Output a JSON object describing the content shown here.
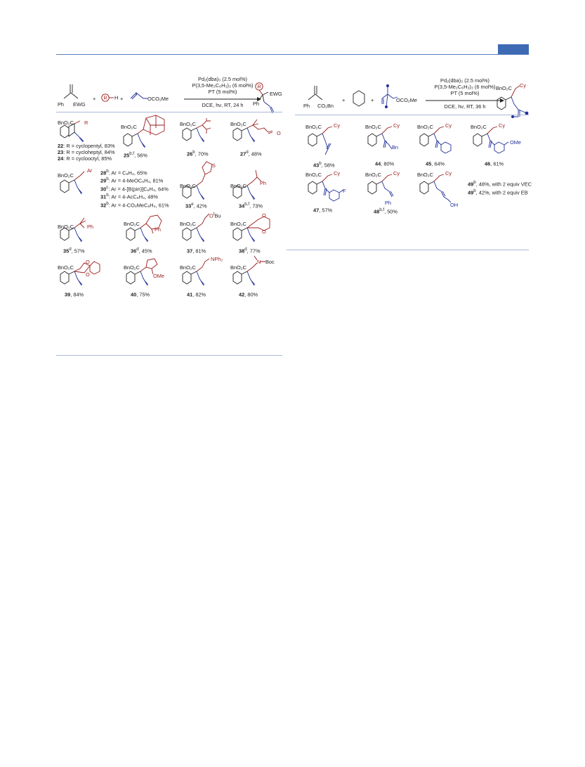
{
  "left_scheme": {
    "reactants": {
      "ph": "Ph",
      "ewg": "EWG",
      "rh_r": "R",
      "rh_h": "H",
      "plus": "+",
      "allyl": "OCO₂Me"
    },
    "conditions": {
      "line1": "Pd₂(dba)₃ (2.5 mol%)",
      "line2": "P(3,5-Me₂C₆H₃)₃ (6 mol%)",
      "line3": "PT (5 mol%)",
      "line4": "DCE, hν, RT, 24 h"
    },
    "product": {
      "r": "R",
      "ewg": "EWG",
      "ph": "Ph"
    },
    "group1": {
      "header": "BnO₂C",
      "r": "R",
      "items": [
        {
          "num": "22",
          "text": ": R = cyclopentyl, 83%"
        },
        {
          "num": "23",
          "text": ": R = cycloheptyl, 84%"
        },
        {
          "num": "24",
          "text": ": R = cyclooctyl, 85%"
        }
      ]
    },
    "group2": {
      "header": "BnO₂C",
      "ar": "Ar",
      "items": [
        {
          "num": "28",
          "sup": "b",
          "text": ": Ar = C₆H₄, 65%"
        },
        {
          "num": "29",
          "sup": "b",
          "text": ": Ar = 4-MeOC₆H₄, 81%"
        },
        {
          "num": "30",
          "sup": "c",
          "text": ": Ar = 4-[B(pin)]C₆H₄, 64%"
        },
        {
          "num": "31",
          "sup": "b",
          "text": ": Ar = 4-AcC₆H₄, 48%"
        },
        {
          "num": "32",
          "sup": "b",
          "text": ": Ar = 4-CO₂MeC₆H₄, 61%"
        }
      ]
    },
    "compounds": [
      {
        "num": "25",
        "sup": "b,f",
        "yield": ", 56%"
      },
      {
        "num": "26",
        "sup": "b",
        "yield": ", 70%"
      },
      {
        "num": "27",
        "sup": "d",
        "yield": ", 48%"
      },
      {
        "num": "33",
        "sup": "e",
        "yield": ", 42%"
      },
      {
        "num": "34",
        "sup": "b,f",
        "yield": ", 73%"
      },
      {
        "num": "35",
        "sup": "d",
        "yield": ", 57%"
      },
      {
        "num": "36",
        "sup": "d",
        "yield": ", 45%"
      },
      {
        "num": "37",
        "sup": "",
        "yield": ", 81%"
      },
      {
        "num": "38",
        "sup": "d",
        "yield": ", 77%"
      },
      {
        "num": "39",
        "sup": "",
        "yield": ", 84%"
      },
      {
        "num": "40",
        "sup": "",
        "yield": ", 75%"
      },
      {
        "num": "41",
        "sup": "",
        "yield": ", 82%"
      },
      {
        "num": "42",
        "sup": "",
        "yield": ", 80%"
      }
    ],
    "frag": {
      "bno2c": "BnO₂C",
      "o": "O",
      "s": "S",
      "ph": "Ph",
      "obu": "O",
      "bu_sup": "t",
      "bu": "Bu",
      "ome": "OMe",
      "nph2": "NPh₂",
      "n": "N",
      "boc": "Boc"
    }
  },
  "right_scheme": {
    "reactants": {
      "ester": "CO₂Bn",
      "ph": "Ph",
      "plus": "+",
      "carbonate": "OCO₂Me"
    },
    "conditions": {
      "line1": "Pd₂(dba)₃ (2.5 mol%)",
      "line2": "P(3,5-Me₂C₆H₃)₃ (6 mol%)",
      "line3": "PT (5 mol%)",
      "line4": "DCE, hν, RT, 36 h"
    },
    "product": {
      "bno2c": "BnO₂C",
      "cy": "Cy"
    },
    "compounds": [
      {
        "num": "43",
        "sup": "b",
        "yield": ", 58%"
      },
      {
        "num": "44",
        "sup": "",
        "yield": ", 80%"
      },
      {
        "num": "45",
        "sup": "",
        "yield": ", 64%"
      },
      {
        "num": "46",
        "sup": "",
        "yield": ", 61%"
      },
      {
        "num": "47",
        "sup": "",
        "yield": ", 57%"
      },
      {
        "num": "48",
        "sup": "b,f",
        "yield": ", 50%"
      }
    ],
    "notes": [
      {
        "num": "49",
        "sup": "b",
        "text": ", 48%, with 2 equiv VEC"
      },
      {
        "num": "49",
        "sup": "b",
        "text": ", 42%, with 2 equiv EB"
      }
    ],
    "frag": {
      "bno2c": "BnO₂C",
      "cy": "Cy",
      "bn": "Bn",
      "f": "F",
      "ome": "OMe",
      "ph": "Ph",
      "oh": "OH"
    }
  },
  "colors": {
    "header_accent": "#3d6ab3",
    "red_group": "#9b1b1b",
    "blue_group": "#1f2f9b"
  }
}
